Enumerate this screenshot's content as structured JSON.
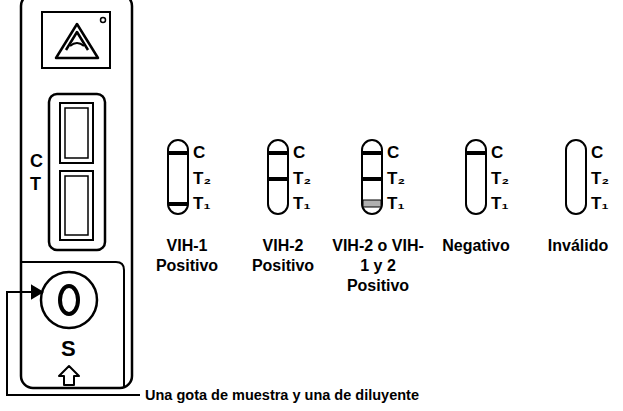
{
  "diagram": {
    "nodes": [
      {
        "text": [
          "C",
          "T",
          "S"
        ]
      }
    ],
    "labels": [
      "C",
      "T₂",
      "T₁",
      "VIH-1 Positivo",
      "C",
      "T₂",
      "T₁",
      "VIH-2 Positivo",
      "C",
      "T₂",
      "T₁",
      "VIH-2 o VIH-1 y 2 Positivo",
      "C",
      "T₂",
      "T₁",
      "Negativo",
      "C",
      "T₂",
      "T₁",
      "Inválido",
      "Una gota de muestra y una de diluyente"
    ]
  }
}
